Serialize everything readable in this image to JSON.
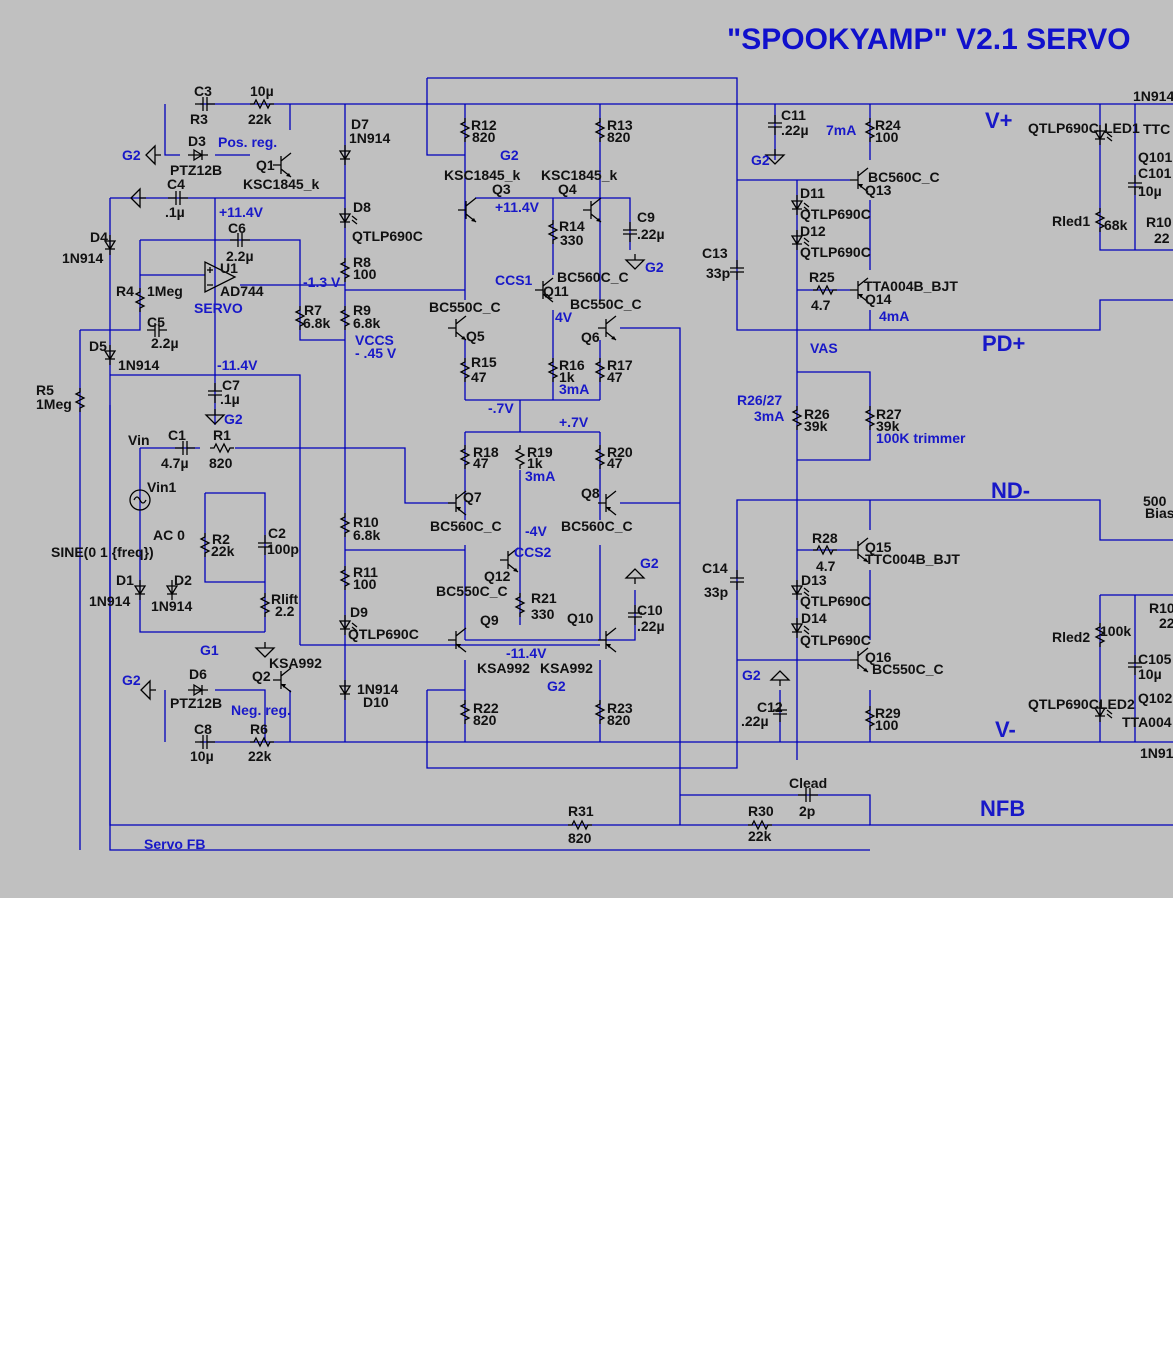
{
  "title": "\"SPOOKYAMP\" V2.1 SERVO",
  "colors": {
    "background": "#c0c0c0",
    "wire": "#0000bb",
    "label": "#111111",
    "net_label": "#1818c8"
  },
  "components": [
    "C3",
    "10µ",
    "R3",
    "22k",
    "D3",
    "PTZ12B",
    "Q1",
    "KSC1845_k",
    "C4",
    ".1µ",
    "D4",
    "1N914",
    "C6",
    "2.2µ",
    "U1",
    "AD744",
    "R4",
    "1Meg",
    "C5",
    "2.2µ",
    "D5",
    "1N914",
    "R5",
    "1Meg",
    "C7",
    ".1µ",
    "Vin",
    "C1",
    "4.7µ",
    "R1",
    "820",
    "Vin1",
    "AC 0",
    "SINE(0 1 {freq})",
    "R2",
    "22k",
    "C2",
    "100p",
    "D1",
    "1N914",
    "D2",
    "1N914",
    "Rlift",
    "2.2",
    "D6",
    "PTZ12B",
    "Q2",
    "KSA992",
    "C8",
    "10µ",
    "R6",
    "22k",
    "D7",
    "1N914",
    "D8",
    "QTLP690C",
    "R8",
    "100",
    "R7",
    "6.8k",
    "R9",
    "6.8k",
    "R10",
    "6.8k",
    "R11",
    "100",
    "D9",
    "QTLP690C",
    "1N914",
    "D10",
    "R12",
    "820",
    "R13",
    "820",
    "KSC1845_k",
    "Q3",
    "KSC1845_k",
    "Q4",
    "R14",
    "330",
    "C9",
    ".22µ",
    "Q11",
    "BC560C_C",
    "Q5",
    "BC550C_C",
    "Q6",
    "BC550C_C",
    "R15",
    "47",
    "R16",
    "1k",
    "R17",
    "47",
    "R18",
    "47",
    "R19",
    "1k",
    "R20",
    "47",
    "Q7",
    "BC560C_C",
    "Q8",
    "BC560C_C",
    "Q12",
    "BC550C_C",
    "R21",
    "330",
    "Q9",
    "Q10",
    "KSA992",
    "KSA992",
    "C10",
    ".22µ",
    "R22",
    "820",
    "R23",
    "820",
    "C11",
    ".22µ",
    "R24",
    "100",
    "Q13",
    "BC560C_C",
    "D11",
    "QTLP690C",
    "D12",
    "QTLP690C",
    "R25",
    "4.7",
    "Q14",
    "TTA004B_BJT",
    "C13",
    "33p",
    "R26",
    "39k",
    "R27",
    "39k",
    "C14",
    "33p",
    "R28",
    "4.7",
    "Q15",
    "TTC004B_BJT",
    "D13",
    "QTLP690C",
    "D14",
    "QTLP690C",
    "Q16",
    "BC550C_C",
    "C12",
    ".22µ",
    "R29",
    "100",
    "R31",
    "820",
    "R30",
    "22k",
    "Clead",
    "2p",
    "1N914",
    "QTLP690C",
    "LED1",
    "TTC",
    "Q101",
    "C101",
    "10µ",
    "Rled1",
    "68k",
    "R10",
    "22",
    "500",
    "Bias",
    "R10",
    "22",
    "Rled2",
    "100k",
    "C105",
    "10µ",
    "Q102",
    "QTLP690C",
    "LED2",
    "TTA004",
    "1N91"
  ],
  "net_labels": [
    "G2",
    "Pos. reg.",
    "+11.4V",
    "-1.3 V",
    "SERVO",
    "-11.4V",
    "G2",
    "G1",
    "G2",
    "Neg. reg.",
    "VCCS",
    "- .45 V",
    "G2",
    "+11.4V",
    "CCS1",
    "G2",
    "4V",
    "3mA",
    "-.7V",
    "+.7V",
    "3mA",
    "-4V",
    "CCS2",
    "-11.4V",
    "G2",
    "G2",
    "G2",
    "7mA",
    "4mA",
    "VAS",
    "R26/27",
    "3mA",
    "100K trimmer",
    "G2",
    "Servo FB"
  ],
  "rail_labels": [
    "V+",
    "PD+",
    "ND-",
    "V-",
    "NFB"
  ]
}
